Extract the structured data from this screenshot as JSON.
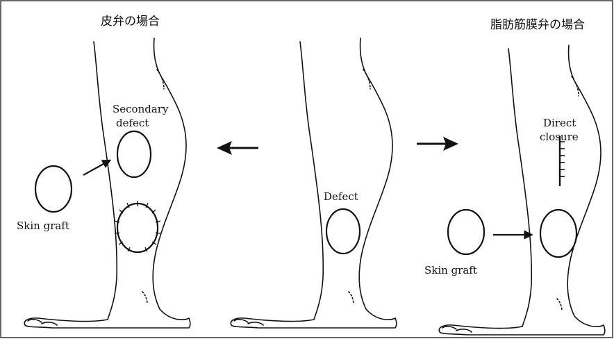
{
  "headings": {
    "left": "皮弁の場合",
    "right": "脂肪筋膜弁の場合"
  },
  "labels": {
    "secondary_defect_line1": "Secondary",
    "secondary_defect_line2": "defect",
    "skin_graft_left": "Skin graft",
    "defect": "Defect",
    "direct_closure_line1": "Direct",
    "direct_closure_line2": "closure",
    "skin_graft_right": "Skin graft"
  },
  "colors": {
    "ink": "#111111",
    "frame": "#333333",
    "stipple": "#222222"
  },
  "icons": [
    "arrow-left-icon",
    "arrow-right-icon",
    "arrow-pointer-icon"
  ]
}
